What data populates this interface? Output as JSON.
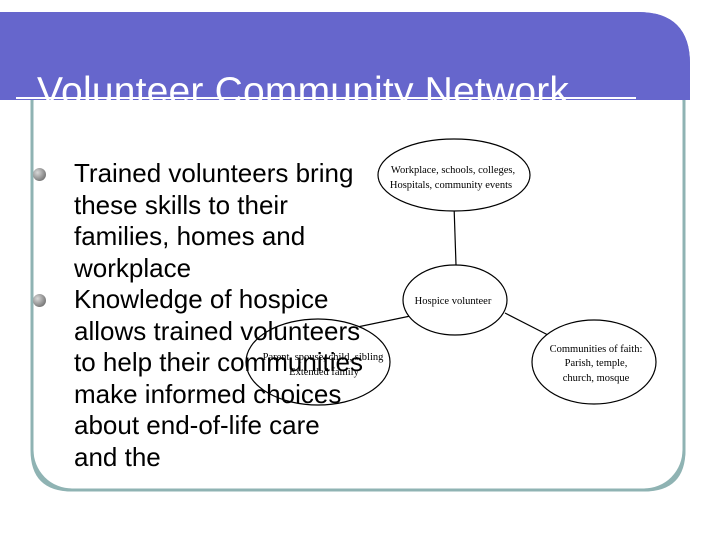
{
  "slide": {
    "title": "Volunteer Community Network",
    "accent_color": "#6666cc",
    "frame_color": "#8fb3b3",
    "bullets": [
      {
        "icon": "bullet-dot-icon",
        "text": "Trained volunteers bring these skills to their families, homes and workplace"
      },
      {
        "icon": "bullet-dot-icon",
        "text": "Knowledge of hospice allows trained volunteers to help their communities make informed choices about end-of-life care and the"
      }
    ]
  },
  "diagram": {
    "nodes": {
      "top": {
        "line1": "Workplace, schools, colleges,",
        "line2": "Hospitals, community events"
      },
      "center": {
        "label": "Hospice volunteer"
      },
      "left": {
        "line1": "Parent, spouse, child, sibling",
        "line2": "Extended family"
      },
      "right": {
        "line1": "Communities of faith:",
        "line2": "Parish, temple,",
        "line3": "church, mosque"
      }
    }
  }
}
